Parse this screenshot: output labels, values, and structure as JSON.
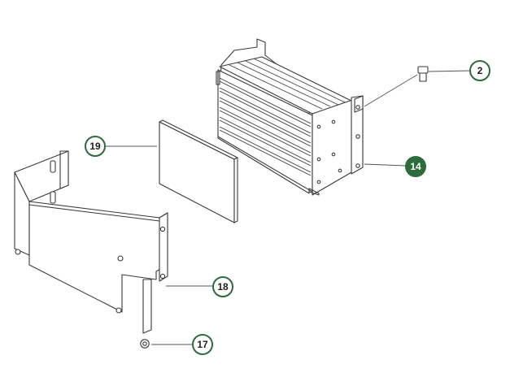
{
  "colors": {
    "callout_ring": "#2e6b3a",
    "callout_fill_active": "#2e6b3a",
    "line_art": "#3a3a3a",
    "leader": "#555555"
  },
  "callouts": [
    {
      "id": "2",
      "label": "2",
      "part": "bolt",
      "style": "outline"
    },
    {
      "id": "14",
      "label": "14",
      "part": "converter-housing",
      "style": "filled"
    },
    {
      "id": "19",
      "label": "19",
      "part": "insulating-pad",
      "style": "outline"
    },
    {
      "id": "18",
      "label": "18",
      "part": "mounting-bracket",
      "style": "outline"
    },
    {
      "id": "17",
      "label": "17",
      "part": "nut",
      "style": "outline"
    }
  ]
}
